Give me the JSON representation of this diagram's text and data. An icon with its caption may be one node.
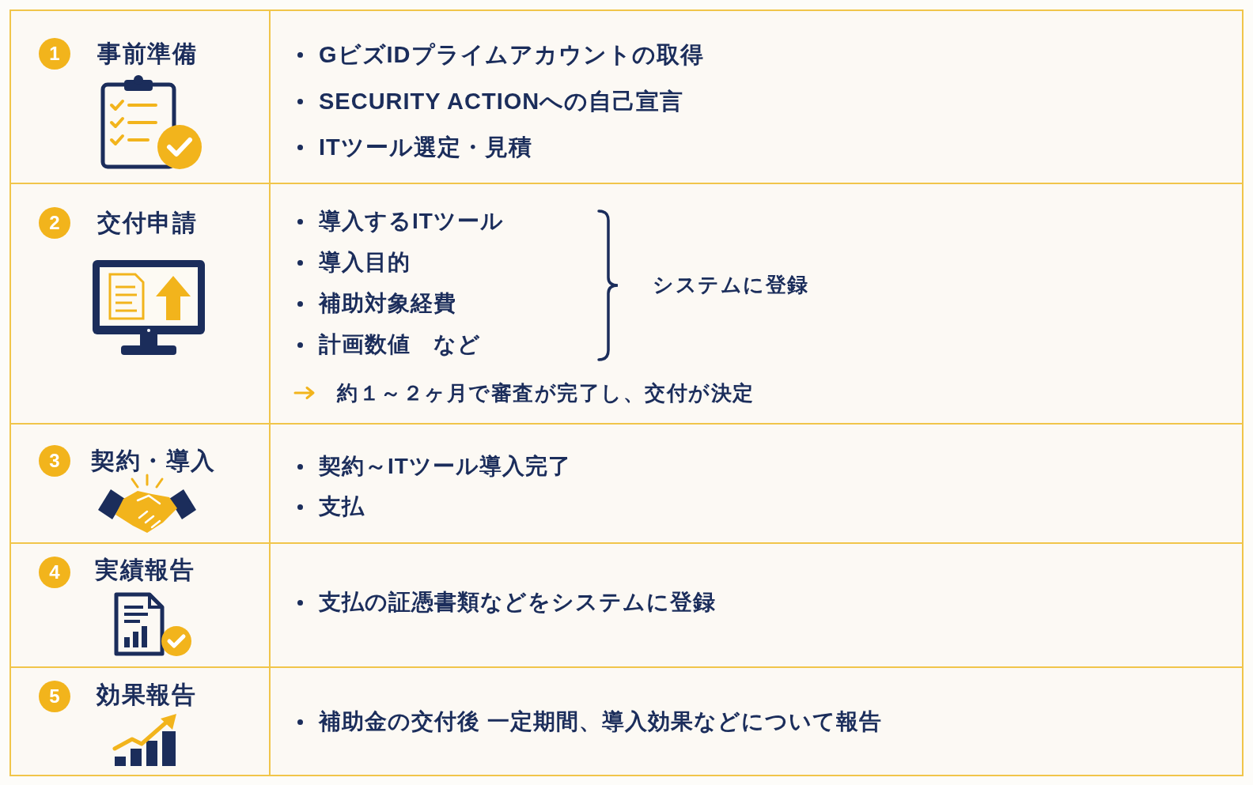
{
  "diagram": {
    "nodes": [
      {
        "text": [
          "事前準備"
        ]
      },
      {
        "text": [
          "1"
        ],
        "in": 0
      },
      {
        "text": [
          "GビズIDプライムアカウントの取得",
          "SECURITY ACTIONへの自己宣言",
          "ITツール選定・見積"
        ]
      },
      {
        "text": [
          "交付申請"
        ]
      },
      {
        "text": [
          "2"
        ],
        "in": 3
      },
      {
        "text": [
          "導入するITツール",
          "導入目的",
          "補助対象経費",
          "計画数値　など",
          "システムに登録",
          "約１～２ヶ月で審査が完了し、交付が決定"
        ]
      },
      {
        "text": [
          "契約・導入"
        ]
      },
      {
        "text": [
          "3"
        ],
        "in": 6
      },
      {
        "text": [
          "契約～ITツール導入完了",
          "支払"
        ]
      },
      {
        "text": [
          "実績報告"
        ]
      },
      {
        "text": [
          "4"
        ],
        "in": 9
      },
      {
        "text": [
          "支払の証憑書類などをシステムに登録"
        ]
      },
      {
        "text": [
          "効果報告"
        ]
      },
      {
        "text": [
          "5"
        ],
        "in": 12
      },
      {
        "text": [
          "補助金の交付後 一定期間、導入効果などについて報告"
        ]
      }
    ]
  }
}
